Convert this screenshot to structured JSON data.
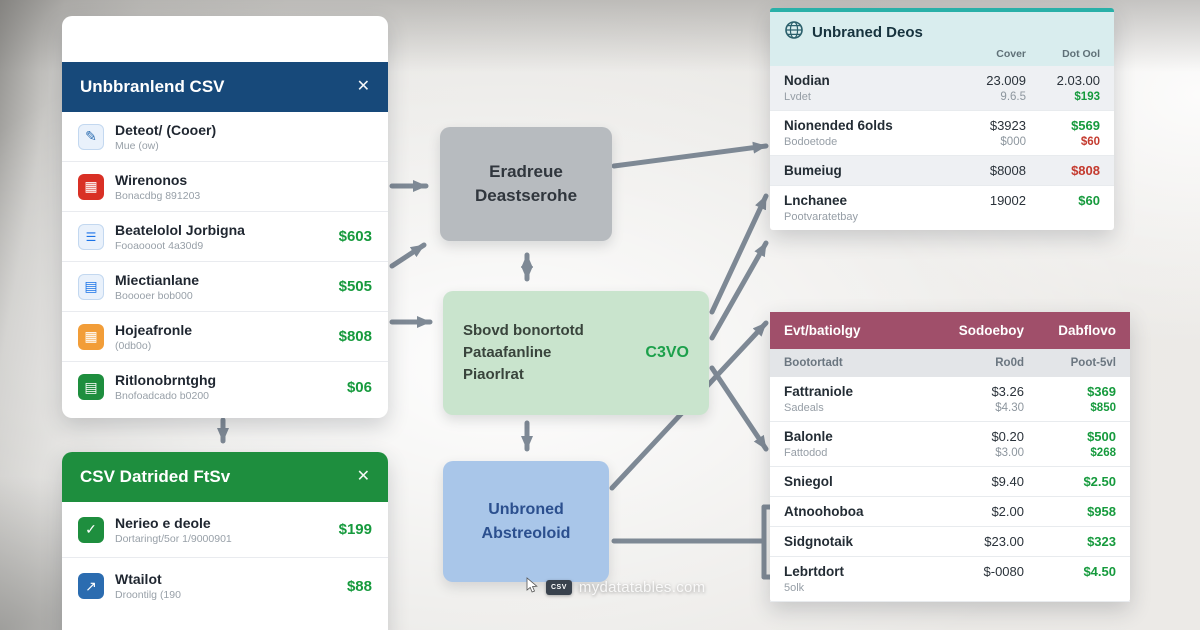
{
  "colors": {
    "navy_header": "#17497a",
    "green_header": "#1e8e3e",
    "maroon_header": "#a04f6a",
    "teal_accent": "#29b0a8",
    "money_green": "#169a3d",
    "alert_red": "#c43a2e",
    "arrow_gray": "#7e8995"
  },
  "panel_unbranded": {
    "title": "Unbbranlend CSV",
    "close": "✕",
    "items": [
      {
        "icon": "ic-edit",
        "title": "Deteot/ (Cooer)",
        "subtitle": "Mue (ow)",
        "value": ""
      },
      {
        "icon": "ic-grid",
        "title": "Wirenonos",
        "subtitle": "Bonacdbg 891203",
        "value": ""
      },
      {
        "icon": "ic-list",
        "title": "Beatelolol Jorbigna",
        "subtitle": "Fooaoooot 4a30d9",
        "value": "$603"
      },
      {
        "icon": "ic-doc",
        "title": "Miectianlane",
        "subtitle": "Booooer bob000",
        "value": "$505"
      },
      {
        "icon": "ic-box",
        "title": "Hojeafronle",
        "subtitle": "(0db0o)",
        "value": "$808"
      },
      {
        "icon": "ic-docg",
        "title": "Ritlonobrntghg",
        "subtitle": "Bnofoadcado b0200",
        "value": "$06"
      }
    ]
  },
  "panel_csv": {
    "title": "CSV Datrided FtSv",
    "close": "✕",
    "items": [
      {
        "icon": "ic-checkg",
        "title": "Nerieo e deole",
        "subtitle": "Dortaringt/5or 1/9000901",
        "value": "$199"
      },
      {
        "icon": "ic-chartb",
        "title": "Wtailot",
        "subtitle": "Droontilg (190",
        "value": "$88"
      }
    ]
  },
  "flow": {
    "box_gray": {
      "line1": "Eradreue",
      "line2": "Deastserohe"
    },
    "box_green": {
      "line1": "Sbovd bonortotd",
      "line2": "Pataafanline",
      "line3": "Piaorlrat",
      "badge": "C3VO"
    },
    "box_blue": {
      "line1": "Unbroned",
      "line2": "Abstreoloid"
    }
  },
  "table_top": {
    "title": "Unbraned Deos",
    "col1": "Cover",
    "col2": "Dot Ool",
    "rows": [
      {
        "label": "Nodian",
        "sublabel": "Lvdet",
        "v1": "23.009",
        "v1_sub": "9.6.5",
        "v2": "2.03.00",
        "v2_class": "",
        "v2_sub": "$193",
        "v2_sub_class": "green",
        "row_class": "shaded"
      },
      {
        "label": "Nionended 6olds",
        "sublabel": "Bodoetode",
        "v1": "$3923",
        "v1_sub": "$000",
        "v2": "$569",
        "v2_class": "green",
        "v2_sub": "$60",
        "v2_sub_class": "red",
        "row_class": ""
      },
      {
        "label": "Bumeiug",
        "sublabel": "",
        "v1": "$8008",
        "v1_sub": "",
        "v2": "$808",
        "v2_class": "red",
        "v2_sub": "",
        "v2_sub_class": "",
        "row_class": "shaded"
      },
      {
        "label": "Lnchanee",
        "sublabel": "Pootvaratetbay",
        "v1": "19002",
        "v1_sub": "",
        "v2": "$60",
        "v2_class": "green",
        "v2_sub": "",
        "v2_sub_class": "",
        "row_class": ""
      }
    ]
  },
  "table_bottom": {
    "h1": "Evt/batiolgy",
    "h2": "Sodoeboy",
    "h3": "Dabflovo",
    "s1": "Bootortadt",
    "s2": "Ro0d",
    "s3": "Poot-5vl",
    "rows": [
      {
        "label": "Fattraniole",
        "sublabel": "Sadeals",
        "v1": "$3.26",
        "v1_sub": "$4.30",
        "v2": "$369",
        "v2_class": "green",
        "v2_sub": "$850",
        "v2_sub_class": "green"
      },
      {
        "label": "Balonle",
        "sublabel": "Fattodod",
        "v1": "$0.20",
        "v1_sub": "$3.00",
        "v2": "$500",
        "v2_class": "green",
        "v2_sub": "$268",
        "v2_sub_class": "green"
      },
      {
        "label": "Sniegol",
        "sublabel": "",
        "v1": "$9.40",
        "v1_sub": "",
        "v2": "$2.50",
        "v2_class": "green",
        "v2_sub": "",
        "v2_sub_class": ""
      },
      {
        "label": "Atnoohoboa",
        "sublabel": "",
        "v1": "$2.00",
        "v1_sub": "",
        "v2": "$958",
        "v2_class": "green",
        "v2_sub": "",
        "v2_sub_class": ""
      },
      {
        "label": "Sidgnotaik",
        "sublabel": "",
        "v1": "$23.00",
        "v1_sub": "",
        "v2": "$323",
        "v2_class": "green",
        "v2_sub": "",
        "v2_sub_class": ""
      },
      {
        "label": "Lebrtdort",
        "sublabel": "5olk",
        "v1": "$-0080",
        "v1_sub": "",
        "v2": "$4.50",
        "v2_class": "green",
        "v2_sub": "",
        "v2_sub_class": ""
      }
    ]
  },
  "watermark": {
    "badge": "CSV",
    "text": "mydatatables.com"
  }
}
